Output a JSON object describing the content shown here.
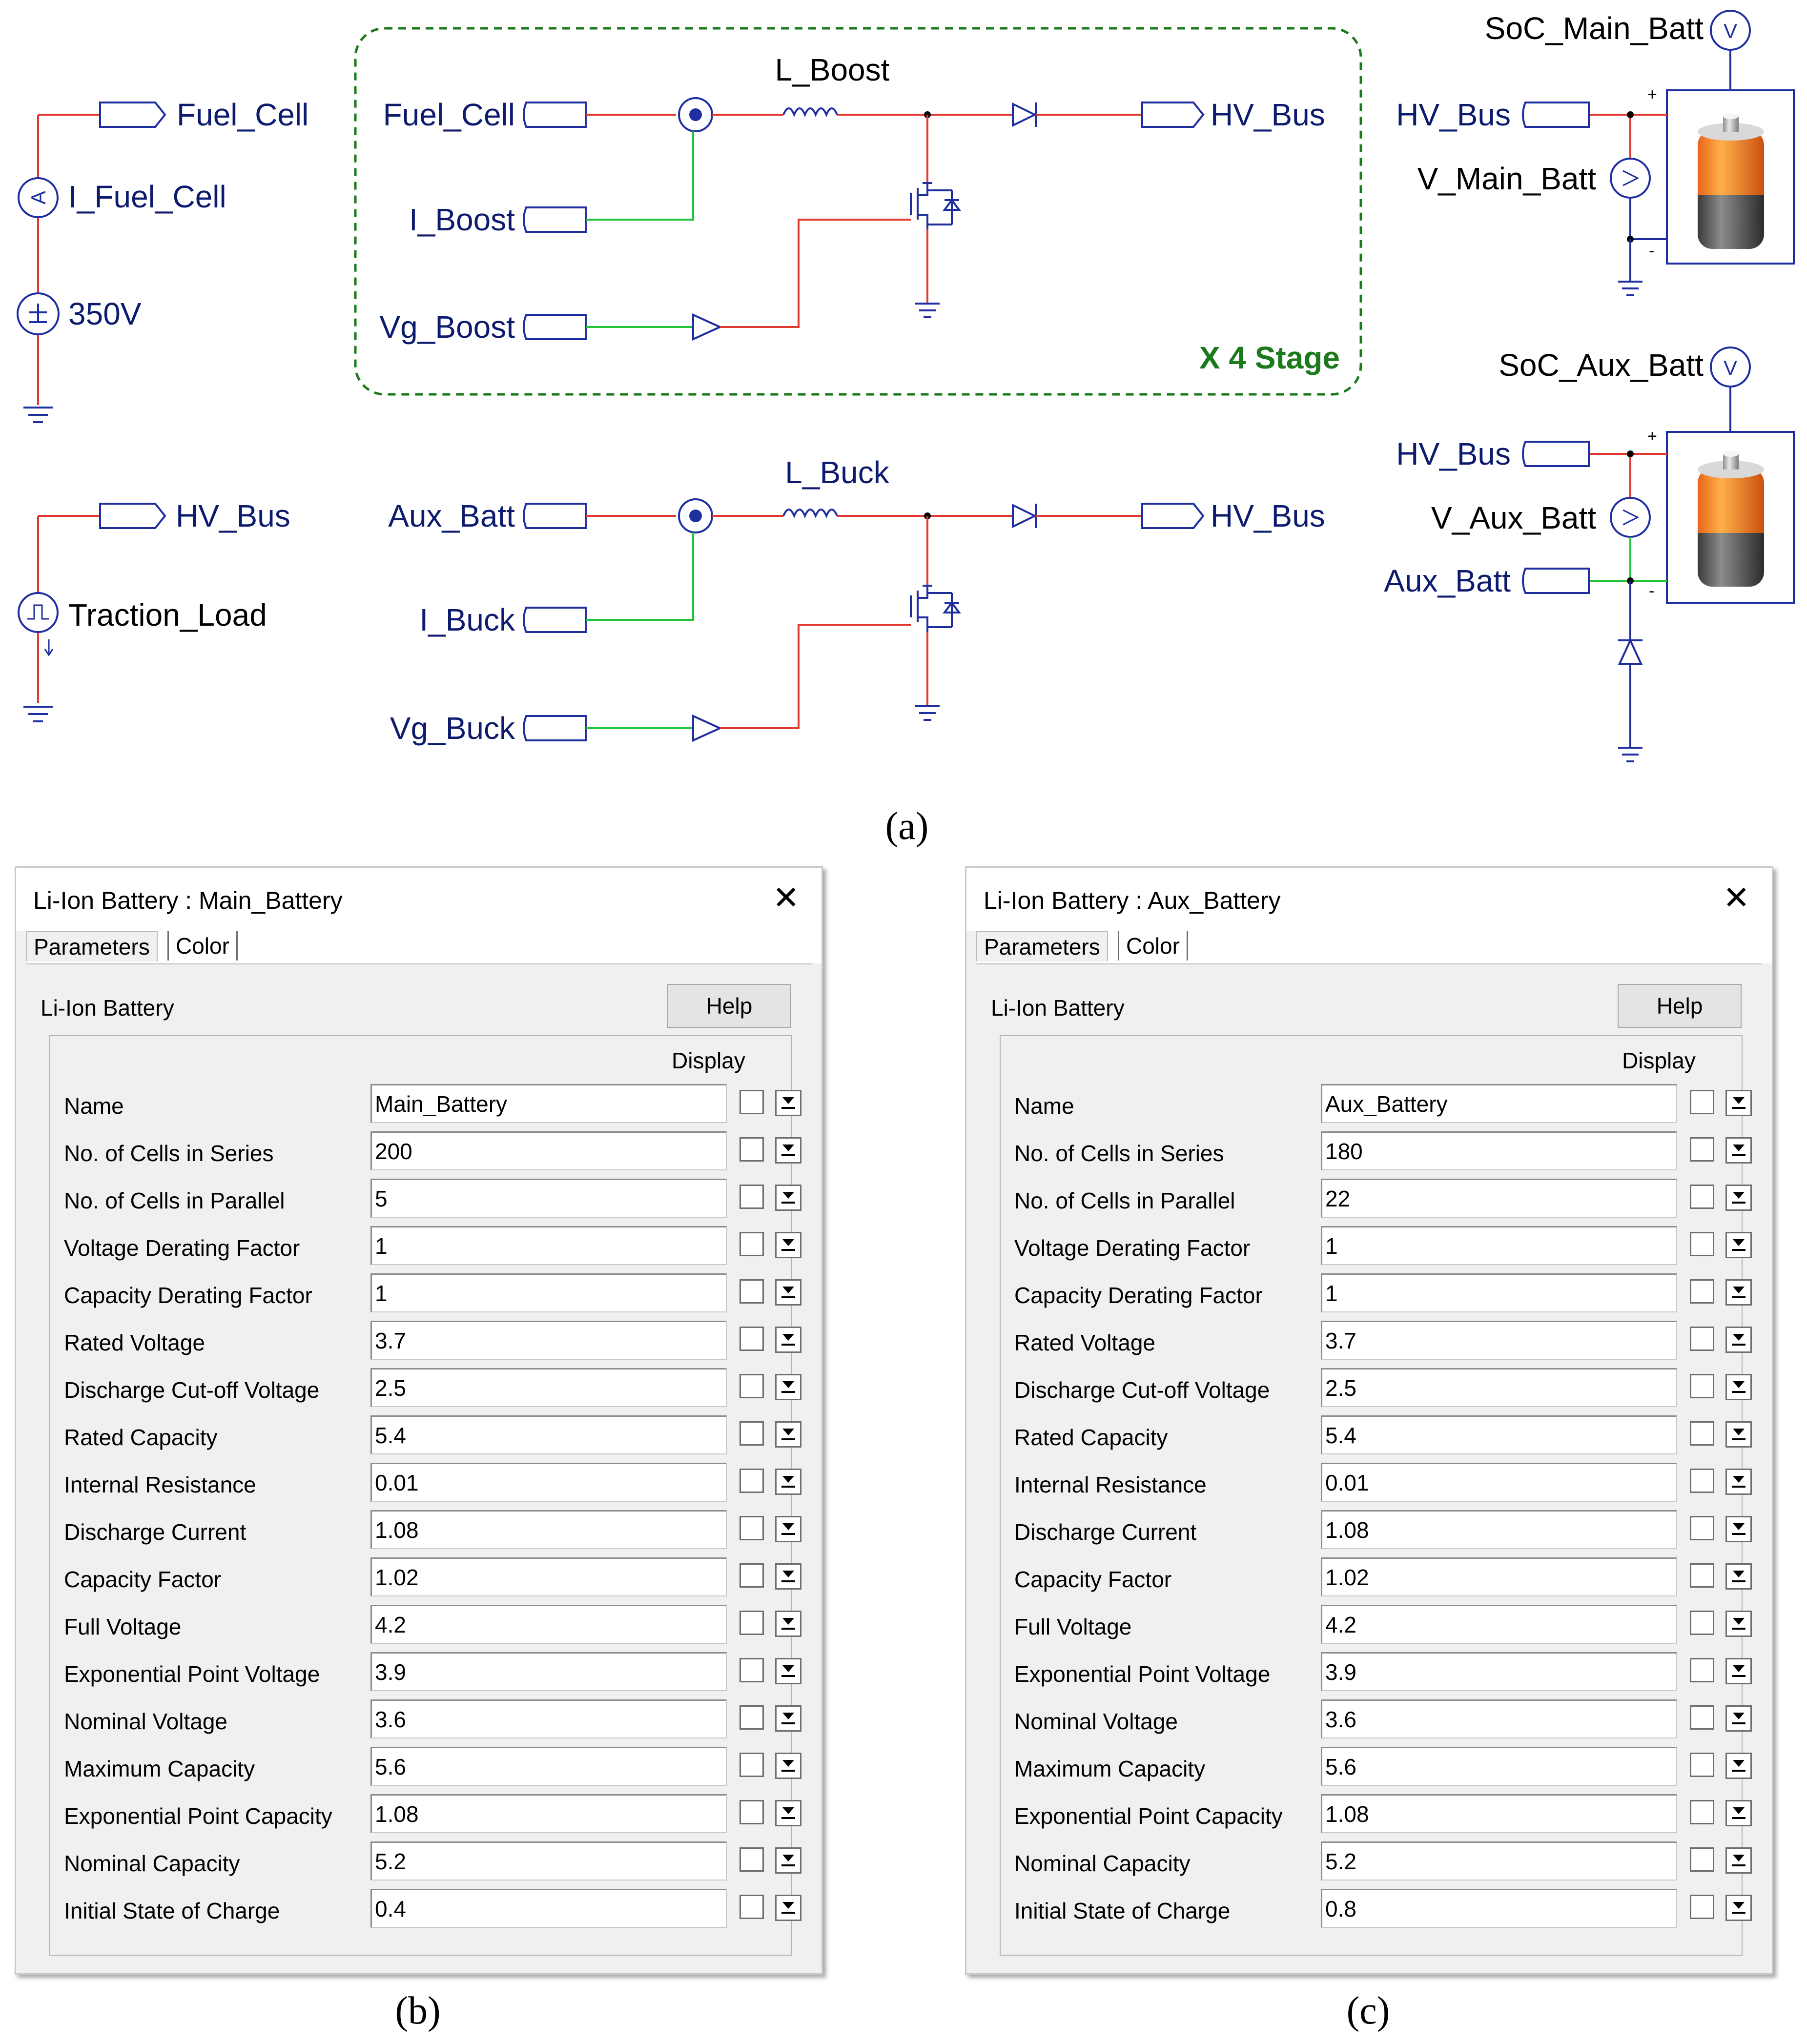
{
  "schematic": {
    "left_source": {
      "terminal_label": "Fuel_Cell",
      "ammeter_symbol": "A",
      "ammeter_label": "I_Fuel_Cell",
      "source_label": "350V"
    },
    "boost_stage": {
      "input_label": "Fuel_Cell",
      "inductor_label": "L_Boost",
      "output_label": "HV_Bus",
      "current_label": "I_Boost",
      "gate_label": "Vg_Boost",
      "stage_count_label": "X 4 Stage"
    },
    "load": {
      "terminal_label": "HV_Bus",
      "load_label": "Traction_Load"
    },
    "buck_stage": {
      "input_label": "Aux_Batt",
      "inductor_label": "L_Buck",
      "output_label": "HV_Bus",
      "current_label": "I_Buck",
      "gate_label": "Vg_Buck"
    },
    "main_battery": {
      "soc_label": "SoC_Main_Batt",
      "bus_label": "HV_Bus",
      "voltage_label": "V_Main_Batt",
      "voltmeter_symbol": "V",
      "plus_sign": "+",
      "minus_sign": "-"
    },
    "aux_battery": {
      "soc_label": "SoC_Aux_Batt",
      "bus_label": "HV_Bus",
      "voltage_label": "V_Aux_Batt",
      "batt_label": "Aux_Batt",
      "voltmeter_symbol": "V",
      "plus_sign": "+",
      "minus_sign": "-"
    },
    "colors": {
      "wire_red": "#e0392f",
      "wire_green": "#22c43a",
      "component_blue": "#1f2fa0",
      "text_navy": "#0d1b6e",
      "stage_border": "#1b7a1b"
    }
  },
  "captions": {
    "a": "(a)",
    "b": "(b)",
    "c": "(c)"
  },
  "dialogs": [
    {
      "title": "Li-Ion Battery : Main_Battery",
      "tabs": [
        "Parameters",
        "Color"
      ],
      "heading": "Li-Ion Battery",
      "help_label": "Help",
      "display_header": "Display",
      "rows": [
        {
          "label": "Name",
          "value": "Main_Battery"
        },
        {
          "label": "No. of Cells in Series",
          "value": "200"
        },
        {
          "label": "No. of Cells in Parallel",
          "value": "5"
        },
        {
          "label": "Voltage Derating Factor",
          "value": "1"
        },
        {
          "label": "Capacity Derating Factor",
          "value": "1"
        },
        {
          "label": "Rated Voltage",
          "value": "3.7"
        },
        {
          "label": "Discharge Cut-off Voltage",
          "value": "2.5"
        },
        {
          "label": "Rated Capacity",
          "value": "5.4"
        },
        {
          "label": "Internal Resistance",
          "value": "0.01"
        },
        {
          "label": "Discharge Current",
          "value": "1.08"
        },
        {
          "label": "Capacity Factor",
          "value": "1.02"
        },
        {
          "label": "Full Voltage",
          "value": "4.2"
        },
        {
          "label": "Exponential Point Voltage",
          "value": "3.9"
        },
        {
          "label": "Nominal Voltage",
          "value": "3.6"
        },
        {
          "label": "Maximum Capacity",
          "value": "5.6"
        },
        {
          "label": "Exponential Point Capacity",
          "value": "1.08"
        },
        {
          "label": "Nominal Capacity",
          "value": "5.2"
        },
        {
          "label": "Initial State of Charge",
          "value": "0.4"
        }
      ]
    },
    {
      "title": "Li-Ion Battery : Aux_Battery",
      "tabs": [
        "Parameters",
        "Color"
      ],
      "heading": "Li-Ion Battery",
      "help_label": "Help",
      "display_header": "Display",
      "rows": [
        {
          "label": "Name",
          "value": "Aux_Battery"
        },
        {
          "label": "No. of Cells in Series",
          "value": "180"
        },
        {
          "label": "No. of Cells in Parallel",
          "value": "22"
        },
        {
          "label": "Voltage Derating Factor",
          "value": "1"
        },
        {
          "label": "Capacity Derating Factor",
          "value": "1"
        },
        {
          "label": "Rated Voltage",
          "value": "3.7"
        },
        {
          "label": "Discharge Cut-off Voltage",
          "value": "2.5"
        },
        {
          "label": "Rated Capacity",
          "value": "5.4"
        },
        {
          "label": "Internal Resistance",
          "value": "0.01"
        },
        {
          "label": "Discharge Current",
          "value": "1.08"
        },
        {
          "label": "Capacity Factor",
          "value": "1.02"
        },
        {
          "label": "Full Voltage",
          "value": "4.2"
        },
        {
          "label": "Exponential Point Voltage",
          "value": "3.9"
        },
        {
          "label": "Nominal Voltage",
          "value": "3.6"
        },
        {
          "label": "Maximum Capacity",
          "value": "5.6"
        },
        {
          "label": "Exponential Point Capacity",
          "value": "1.08"
        },
        {
          "label": "Nominal Capacity",
          "value": "5.2"
        },
        {
          "label": "Initial State of Charge",
          "value": "0.8"
        }
      ]
    }
  ]
}
